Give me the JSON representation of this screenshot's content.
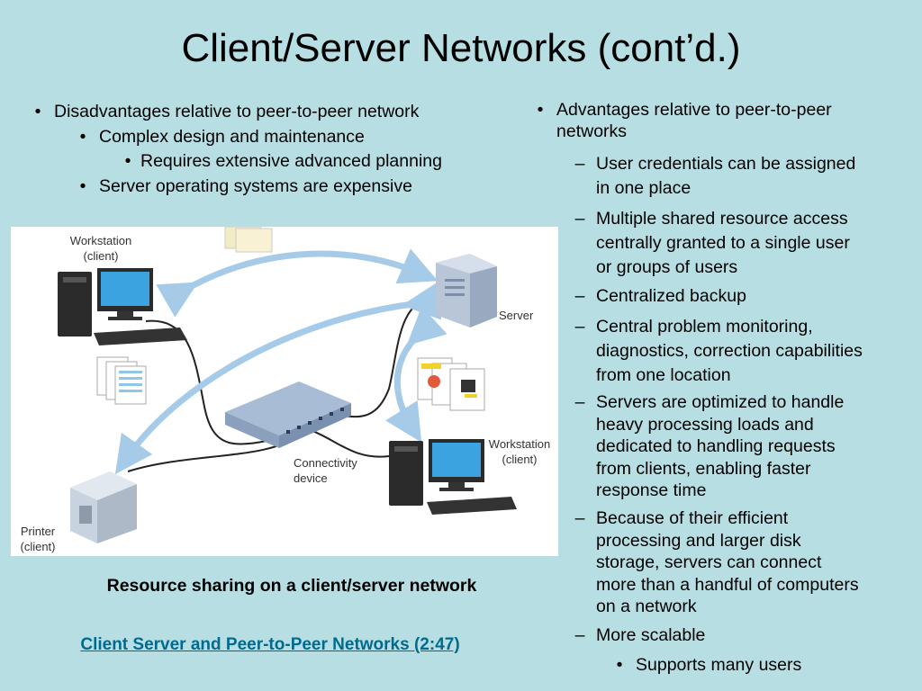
{
  "title": "Client/Server Networks (cont’d.)",
  "left_column": {
    "items": [
      {
        "text": "Disadvantages relative to peer-to-peer network",
        "marker": "•"
      },
      {
        "text": "Complex design and maintenance",
        "marker": "•"
      },
      {
        "text": "Requires extensive advanced planning",
        "marker": "•"
      },
      {
        "text": "Server operating systems are expensive",
        "marker": "•"
      }
    ]
  },
  "right_column": {
    "heading_line1": "Advantages relative to peer-to-peer",
    "heading_line2": "networks",
    "heading_marker": "•",
    "items": [
      {
        "lines": [
          "User credentials can be assigned",
          "in one place"
        ],
        "marker": "–"
      },
      {
        "lines": [
          "Multiple shared resource access",
          "centrally granted to a single user",
          "or groups of users"
        ],
        "marker": "–"
      },
      {
        "lines": [
          "Centralized backup"
        ],
        "marker": "–"
      },
      {
        "lines": [
          "Central problem monitoring,",
          "diagnostics, correction capabilities",
          "from one location"
        ],
        "marker": "–"
      },
      {
        "lines": [
          "Servers are optimized to handle",
          "heavy processing loads and",
          "dedicated to handling requests",
          "from clients, enabling faster",
          "response time"
        ],
        "marker": "–"
      },
      {
        "lines": [
          "Because of their efficient",
          "processing and larger disk",
          "storage, servers can connect",
          "more than a handful of computers",
          "on a network"
        ],
        "marker": "–"
      },
      {
        "lines": [
          "More scalable"
        ],
        "marker": "–"
      },
      {
        "lines": [
          "Supports many users"
        ],
        "marker": "•"
      }
    ]
  },
  "diagram": {
    "workstation_top": [
      "Workstation",
      "(client)"
    ],
    "server": "Server",
    "connectivity": [
      "Connectivity",
      "device"
    ],
    "workstation_bottom": [
      "Workstation",
      "(client)"
    ],
    "printer": [
      "Printer",
      "(client)"
    ]
  },
  "caption": "Resource sharing on a client/server network",
  "video_link": "Client Server and Peer-to-Peer Networks (2:47)",
  "colors": {
    "background": "#b7dfe3",
    "link": "#006b8f",
    "arrow": "#a6cbe8"
  }
}
